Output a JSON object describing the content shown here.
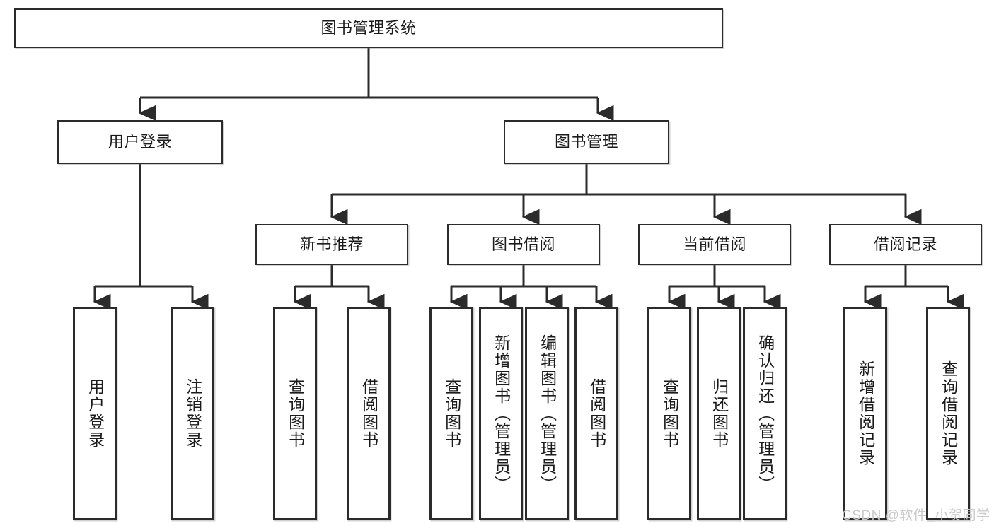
{
  "diagram": {
    "type": "tree",
    "title_node": {
      "id": "root",
      "label": "图书管理系统"
    },
    "level2": [
      {
        "id": "user-login",
        "label": "用户登录"
      },
      {
        "id": "book-manage",
        "label": "图书管理"
      }
    ],
    "level3": [
      {
        "id": "new-book-recommend",
        "label": "新书推荐"
      },
      {
        "id": "book-borrow",
        "label": "图书借阅"
      },
      {
        "id": "current-borrow",
        "label": "当前借阅"
      },
      {
        "id": "borrow-record",
        "label": "借阅记录"
      }
    ],
    "leaves": [
      {
        "id": "leaf-user-login",
        "label": "用户登录",
        "parent": "user-login"
      },
      {
        "id": "leaf-logout-login",
        "label": "注销登录",
        "parent": "user-login"
      },
      {
        "id": "leaf-query-book-1",
        "label": "查询图书",
        "parent": "new-book-recommend"
      },
      {
        "id": "leaf-borrow-book-1",
        "label": "借阅图书",
        "parent": "new-book-recommend"
      },
      {
        "id": "leaf-query-book-2",
        "label": "查询图书",
        "parent": "book-borrow"
      },
      {
        "id": "leaf-add-book",
        "label": "新增图书（管理员）",
        "parent": "book-borrow"
      },
      {
        "id": "leaf-edit-book",
        "label": "编辑图书（管理员）",
        "parent": "book-borrow"
      },
      {
        "id": "leaf-borrow-book-2",
        "label": "借阅图书",
        "parent": "book-borrow"
      },
      {
        "id": "leaf-query-book-3",
        "label": "查询图书",
        "parent": "current-borrow"
      },
      {
        "id": "leaf-return-book",
        "label": "归还图书",
        "parent": "current-borrow"
      },
      {
        "id": "leaf-confirm-return",
        "label": "确认归还（管理员）",
        "parent": "current-borrow"
      },
      {
        "id": "leaf-add-record",
        "label": "新增借阅记录",
        "parent": "borrow-record"
      },
      {
        "id": "leaf-query-record",
        "label": "查询借阅记录",
        "parent": "borrow-record"
      }
    ],
    "colors": {
      "stroke": "#2b2b2b",
      "fill": "#ffffff",
      "text": "#1b1b1b",
      "watermark": "#c9c9c9"
    }
  },
  "watermark": {
    "text": "CSDN @软件_小贺同学"
  }
}
